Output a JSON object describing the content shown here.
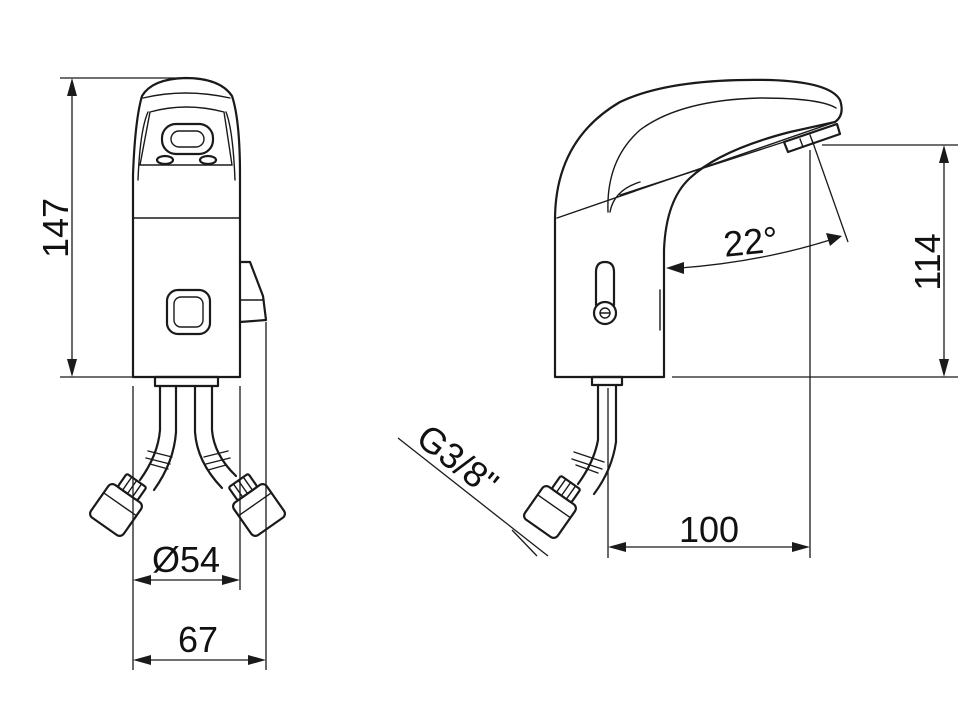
{
  "dimensions": {
    "height_total": "147",
    "inlet_diameter": "Ø54",
    "body_width": "67",
    "thread": "G3/8\"",
    "spray_angle": "22°",
    "spout_reach": "100",
    "spout_height": "114"
  },
  "icons": {
    "front_view": "faucet-front-view-icon",
    "side_view": "faucet-side-view-icon"
  },
  "colors": {
    "line": "#1a1a1a",
    "background": "#ffffff"
  }
}
